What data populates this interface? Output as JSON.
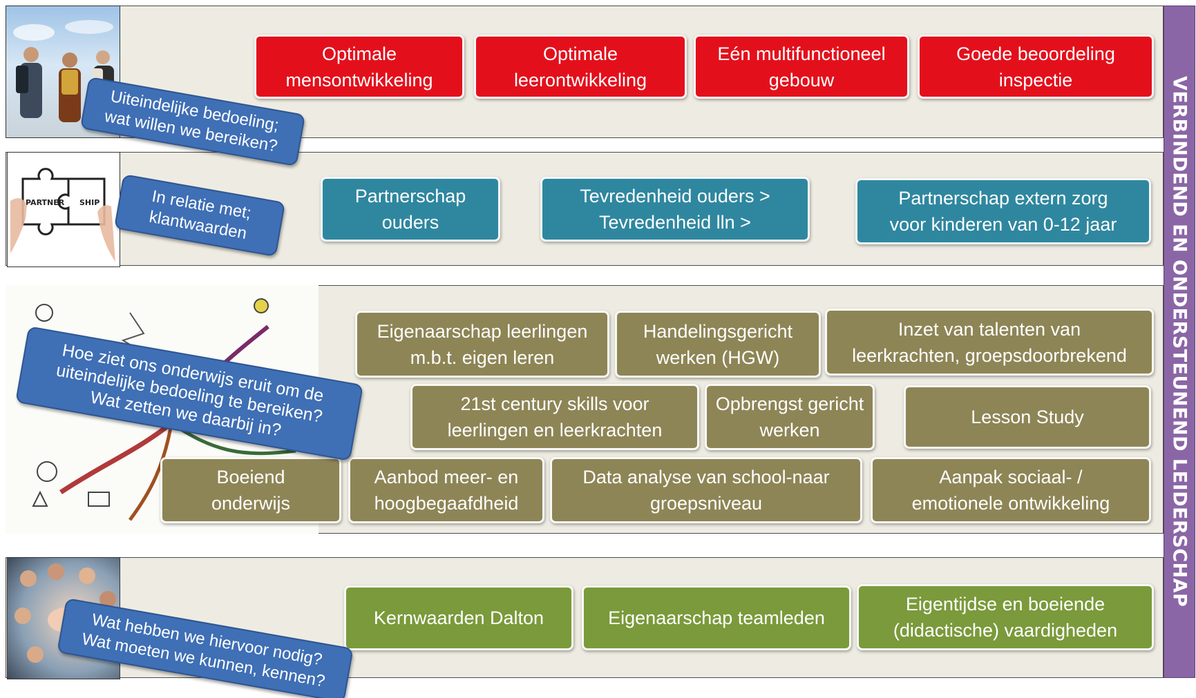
{
  "side_label": "VERBINDEND EN ONDERSTEUNEND  LEIDERSCHAP",
  "colors": {
    "band_bg": "#eeece2",
    "red": "#e3101c",
    "teal": "#2f879f",
    "olive": "#8e8556",
    "green": "#7a9a3b",
    "tag_blue": "#3f6fb5",
    "side_purple": "#8b66a6"
  },
  "rows": {
    "row1": {
      "tag": "Uiteindelijke bedoeling;\nwat willen we bereiken?",
      "image": "students-with-backpacks-photo",
      "boxes": [
        "Optimale\nmensontwikkeling",
        "Optimale\nleerontwikkeling",
        "Eén multifunctioneel\ngebouw",
        "Goede beoordeling\ninspectie"
      ]
    },
    "row2": {
      "tag": "In relatie met;\nklantwaarden",
      "image": "partnership-puzzle-icon",
      "puzzle_left": "PARTNER",
      "puzzle_right": "SHIP",
      "boxes": [
        "Partnerschap\nouders",
        "Tevredenheid ouders >\nTevredenheid lln >",
        "Partnerschap extern zorg\nvoor kinderen van 0-12 jaar"
      ]
    },
    "row3": {
      "tag": "Hoe ziet ons onderwijs eruit om de\nuiteindelijke bedoeling te bereiken?\nWat zetten we daarbij in?",
      "image": "mind-map-sketch",
      "boxes": [
        "Eigenaarschap leerlingen\nm.b.t. eigen leren",
        "Handelingsgericht\nwerken (HGW)",
        "Inzet van talenten van\nleerkrachten, groepsdoorbrekend",
        "21st century skills voor\nleerlingen en leerkrachten",
        "Opbrengst gericht\nwerken",
        "Lesson Study",
        "Boeiend\nonderwijs",
        "Aanbod meer-  en\nhoogbegaafdheid",
        "Data analyse van school-naar\ngroepsniveau",
        "Aanpak sociaal- /\nemotionele ontwikkeling"
      ]
    },
    "row4": {
      "tag": "Wat hebben we hiervoor nodig?\nWat moeten we kunnen, kennen?",
      "image": "team-hands-together-photo",
      "boxes": [
        "Kernwaarden Dalton",
        "Eigenaarschap teamleden",
        "Eigentijdse en boeiende\n(didactische) vaardigheden"
      ]
    }
  }
}
